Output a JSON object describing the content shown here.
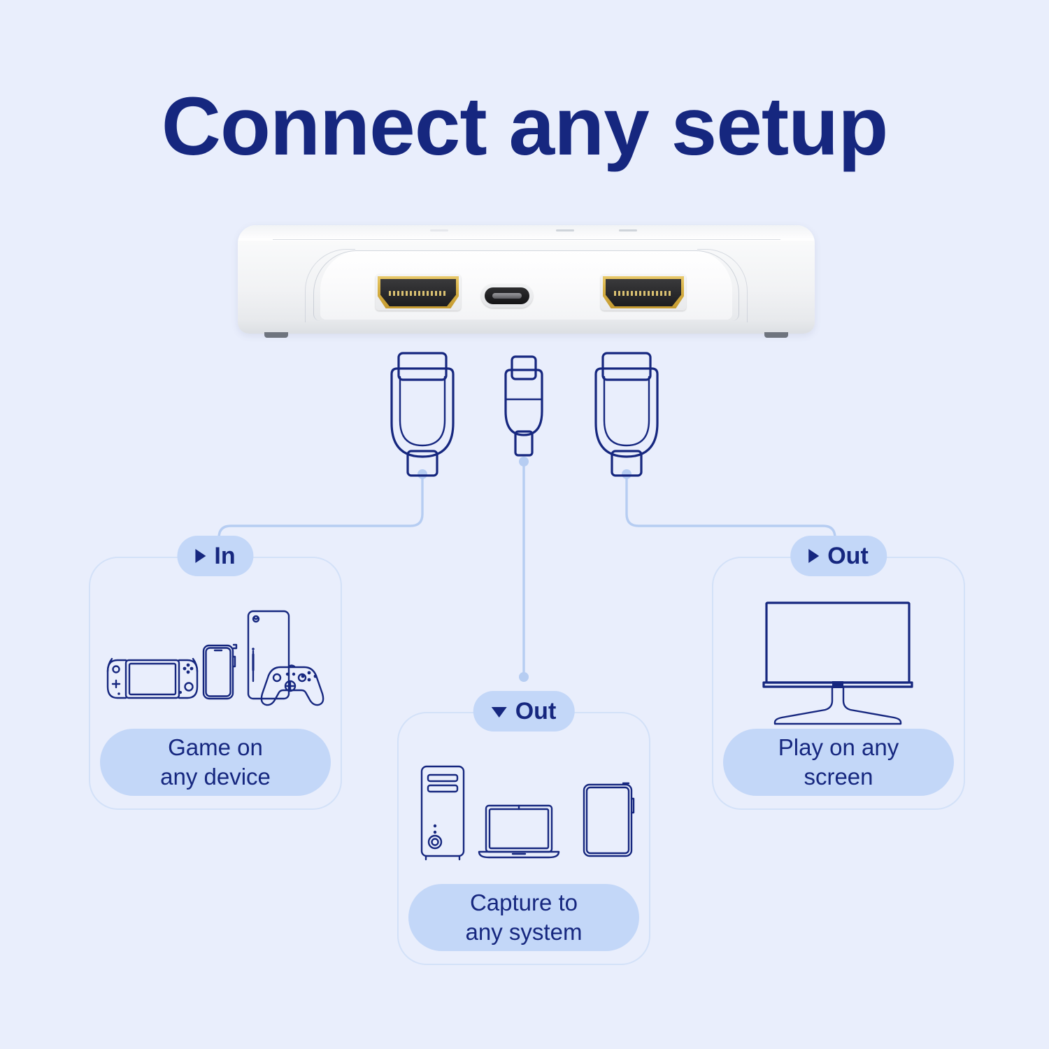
{
  "page": {
    "title": "Connect any setup",
    "background_color": "#e9eefc",
    "accent_navy": "#16277f",
    "accent_light_blue": "#c3d7f8",
    "wire_color": "#b6cdf2",
    "card_border_color": "#d3e1f8"
  },
  "device": {
    "name": "capture-card",
    "ports": [
      {
        "name": "hdmi-in-port",
        "type": "HDMI"
      },
      {
        "name": "usb-c-port",
        "type": "USB-C"
      },
      {
        "name": "hdmi-out-port",
        "type": "HDMI"
      }
    ]
  },
  "connectors": [
    {
      "name": "hdmi-plug-left",
      "type": "HDMI"
    },
    {
      "name": "usb-c-plug-middle",
      "type": "USB-C"
    },
    {
      "name": "hdmi-plug-right",
      "type": "HDMI"
    }
  ],
  "cards": [
    {
      "id": "in",
      "badge_label": "In",
      "badge_icon": "triangle-right-icon",
      "caption": "Game on\nany device",
      "icons": [
        "handheld-console-icon",
        "smartphone-icon",
        "game-console-icon",
        "game-controller-icon"
      ]
    },
    {
      "id": "capture",
      "badge_label": "Out",
      "badge_icon": "triangle-down-icon",
      "caption": "Capture to\nany system",
      "icons": [
        "desktop-tower-icon",
        "laptop-icon",
        "tablet-icon"
      ]
    },
    {
      "id": "out",
      "badge_label": "Out",
      "badge_icon": "triangle-right-icon",
      "caption": "Play on any\nscreen",
      "icons": [
        "monitor-icon"
      ]
    }
  ]
}
